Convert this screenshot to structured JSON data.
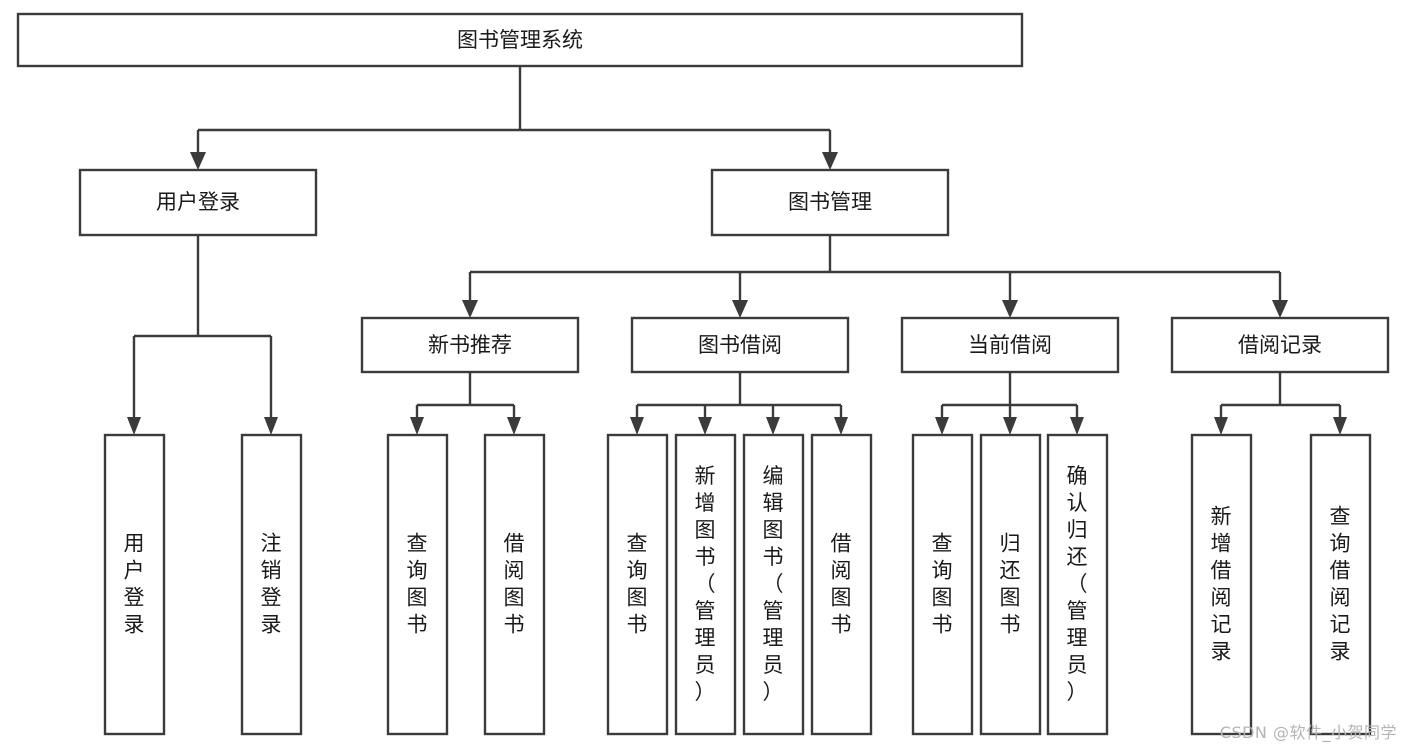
{
  "diagram": {
    "title": "图书管理系统",
    "watermark": "CSDN @软件_小贺同学",
    "colors": {
      "box_stroke": "#3b3b3b",
      "box_fill": "#ffffff",
      "text": "#1a1a1a",
      "background": "#ffffff",
      "watermark": "#b4b4b4"
    },
    "root": {
      "label": "图书管理系统"
    },
    "level2": [
      {
        "label": "用户登录"
      },
      {
        "label": "图书管理"
      }
    ],
    "level3": [
      {
        "label": "新书推荐"
      },
      {
        "label": "图书借阅"
      },
      {
        "label": "当前借阅"
      },
      {
        "label": "借阅记录"
      }
    ],
    "leaves": {
      "user_login": [
        {
          "label": "用户登录"
        },
        {
          "label": "注销登录"
        }
      ],
      "new_book": [
        {
          "label": "查询图书"
        },
        {
          "label": "借阅图书"
        }
      ],
      "book_borrow": [
        {
          "label": "查询图书"
        },
        {
          "label": "新增图书（管理员）"
        },
        {
          "label": "编辑图书（管理员）"
        },
        {
          "label": "借阅图书"
        }
      ],
      "current_borrow": [
        {
          "label": "查询图书"
        },
        {
          "label": "归还图书"
        },
        {
          "label": "确认归还（管理员）"
        }
      ],
      "borrow_record": [
        {
          "label": "新增借阅记录"
        },
        {
          "label": "查询借阅记录"
        }
      ]
    }
  }
}
